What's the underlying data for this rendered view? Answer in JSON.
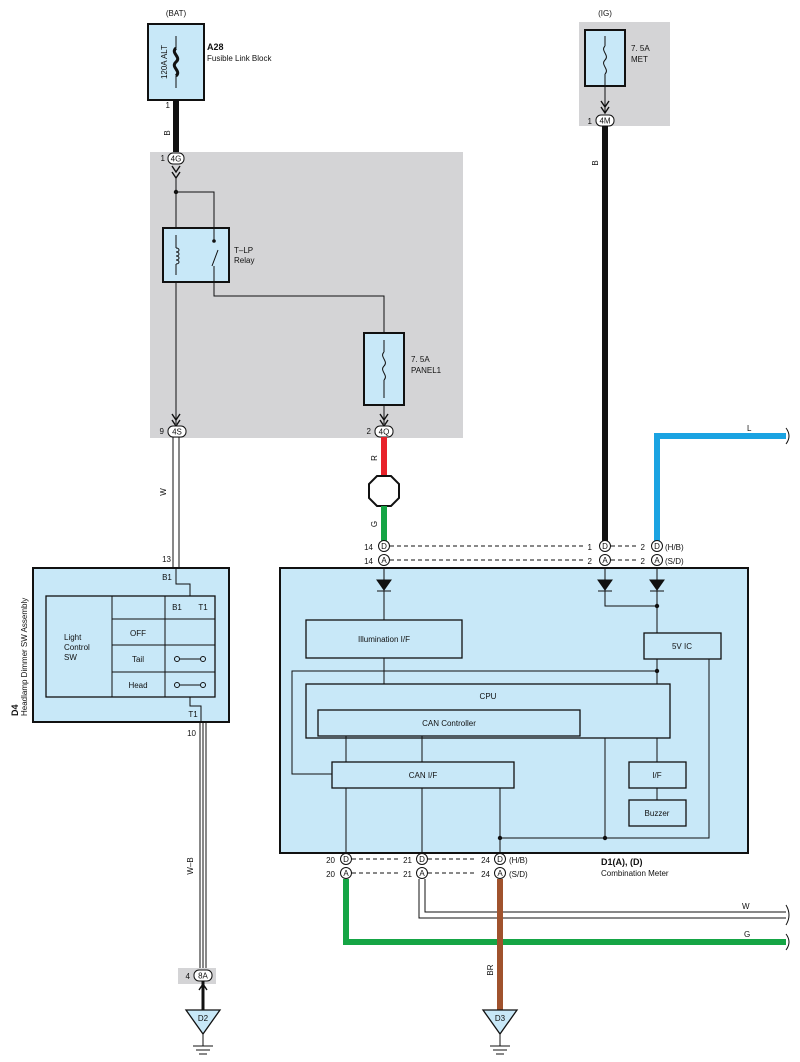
{
  "sources": {
    "bat": "(BAT)",
    "ig": "(IG)"
  },
  "fuses": {
    "alt": {
      "rating": "120A ALT",
      "code": "A28",
      "name": "Fusible Link Block"
    },
    "met": {
      "rating": "7. 5A",
      "name": "MET"
    },
    "panel": {
      "rating": "7. 5A",
      "name": "PANEL1"
    }
  },
  "relay": {
    "name1": "T–LP",
    "name2": "Relay"
  },
  "connectors": {
    "c4g": {
      "pin": "1",
      "id": "4G"
    },
    "c4s": {
      "pin": "9",
      "id": "4S"
    },
    "c4q": {
      "pin": "2",
      "id": "4Q"
    },
    "c4m": {
      "pin": "1",
      "id": "4M"
    },
    "c8a": {
      "pin": "4",
      "id": "8A"
    }
  },
  "wires": {
    "b_top": "B",
    "b_ig": "B",
    "w": "W",
    "r": "R",
    "g": "G",
    "l": "L",
    "wb": "W–B",
    "br": "BR",
    "w_right": "W",
    "g_right": "G"
  },
  "switch": {
    "code": "D4",
    "name": "Headlamp Dimmer SW Assembly",
    "pin_top": "13",
    "pin_bottom": "10",
    "term_b1": "B1",
    "term_t1": "T1",
    "label": [
      "Light",
      "Control",
      "SW"
    ],
    "rows": [
      "OFF",
      "Tail",
      "Head"
    ],
    "cols": [
      "B1",
      "T1"
    ]
  },
  "meter": {
    "code": "D1(A), (D)",
    "name": "Combination Meter",
    "illum": "Illumination I/F",
    "cpu": "CPU",
    "can_ctrl": "CAN Controller",
    "can_if": "CAN I/F",
    "vic": "5V IC",
    "iface": "I/F",
    "buzzer": "Buzzer",
    "top_pins": {
      "p14": "14",
      "d": "D",
      "a": "A",
      "p1": "1",
      "p2": "2",
      "hb": "(H/B)",
      "sd": "(S/D)"
    },
    "bottom_pins": {
      "p20": "20",
      "p21": "21",
      "p24": "24",
      "d": "D",
      "a": "A",
      "hb": "(H/B)",
      "sd": "(S/D)"
    }
  },
  "grounds": {
    "d2": "D2",
    "d3": "D3"
  },
  "colors": {
    "red": "#e8222a",
    "green": "#15a545",
    "blue": "#1aa3e2",
    "brown": "#a0522d",
    "black": "#111111",
    "module": "#c8e8f8",
    "gray": "#d4d4d6"
  }
}
